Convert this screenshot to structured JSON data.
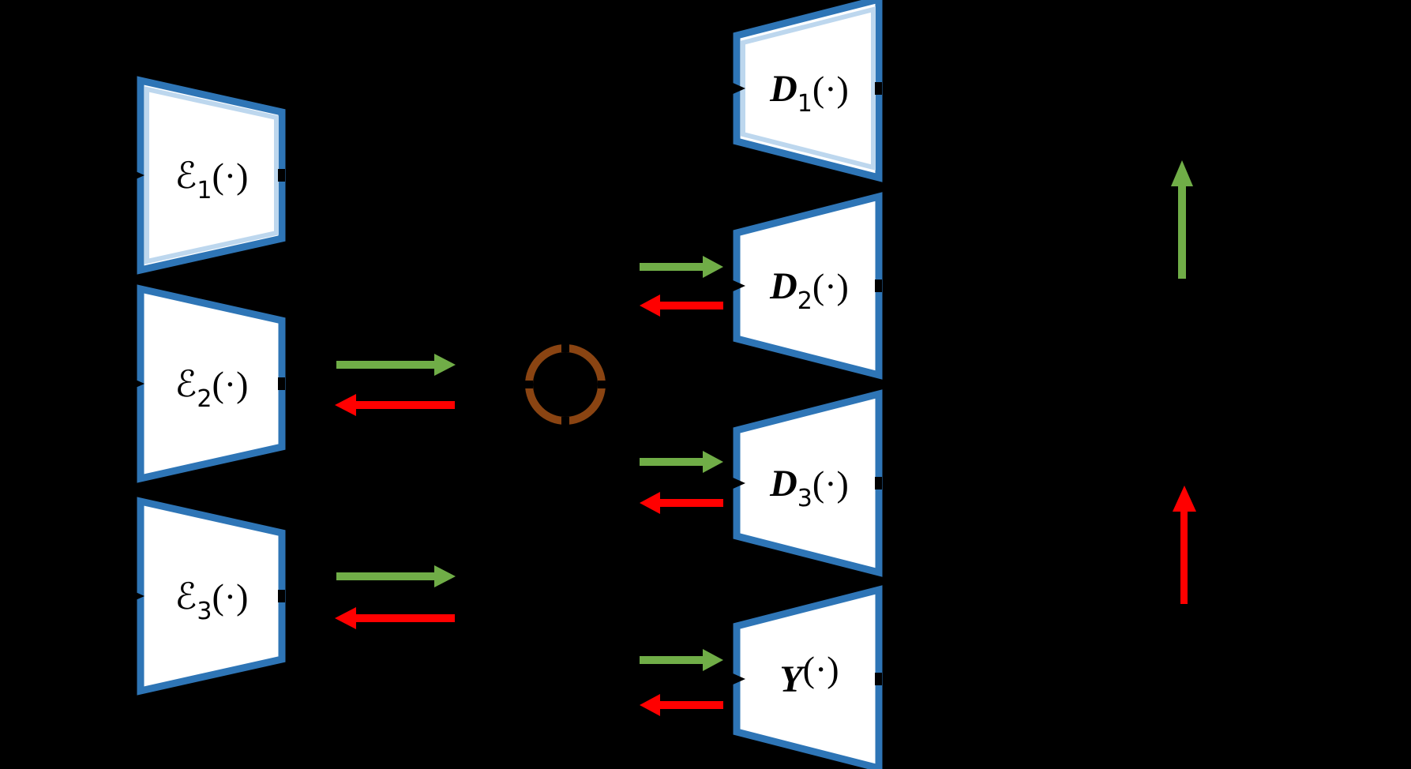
{
  "canvas": {
    "background": "#000000"
  },
  "colors": {
    "shape_border_blue": "#2E75B6",
    "shape_border_light": "#BDD7EE",
    "shape_fill": "#FFFFFF",
    "forward_green": "#70AD47",
    "backward_red": "#FF0000",
    "latent_brown": "#8A4412",
    "label_black": "#000000"
  },
  "encoders": [
    {
      "name": "encoder-1",
      "letter": "ℰ",
      "sub": "1",
      "suffix": "(·)",
      "border_style": "light-inner"
    },
    {
      "name": "encoder-2",
      "letter": "ℰ",
      "sub": "2",
      "suffix": "(·)",
      "border_style": "solid"
    },
    {
      "name": "encoder-3",
      "letter": "ℰ",
      "sub": "3",
      "suffix": "(·)",
      "border_style": "solid"
    }
  ],
  "decoders": [
    {
      "name": "decoder-1",
      "letter": "D",
      "sub": "1",
      "suffix": "(·)",
      "border_style": "light-inner"
    },
    {
      "name": "decoder-2",
      "letter": "D",
      "sub": "2",
      "suffix": "(·)",
      "border_style": "solid"
    },
    {
      "name": "decoder-3",
      "letter": "D",
      "sub": "3",
      "suffix": "(·)",
      "border_style": "solid"
    },
    {
      "name": "decoder-y",
      "letter": "Y",
      "sub": "",
      "suffix": "(·)",
      "border_style": "solid"
    }
  ],
  "latent_node": {
    "shape": "circle",
    "color": "#8A4412"
  },
  "flow_arrows": {
    "forward_color": "#70AD47",
    "backward_color": "#FF0000",
    "rows_with_arrow_pairs": [
      "encoder-2",
      "encoder-3",
      "decoder-2",
      "decoder-3",
      "decoder-y"
    ]
  },
  "legend_arrows": [
    {
      "name": "forward-legend-arrow",
      "direction": "up",
      "color": "#70AD47"
    },
    {
      "name": "backward-legend-arrow",
      "direction": "up",
      "color": "#FF0000"
    }
  ]
}
